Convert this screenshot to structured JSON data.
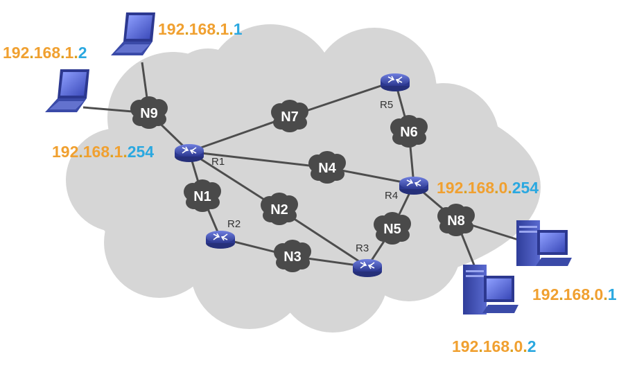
{
  "colors": {
    "cloud_fill": "#d6d6d6",
    "network_cloud": "#4a4a4a",
    "router_body": "#3d4db3",
    "link": "#4d4d4d",
    "ip_network_part": "#f0a030",
    "ip_host_part": "#2aa8e0",
    "device_blue": "#3a4aa8"
  },
  "networks": [
    {
      "id": "N1",
      "label": "N1"
    },
    {
      "id": "N2",
      "label": "N2"
    },
    {
      "id": "N3",
      "label": "N3"
    },
    {
      "id": "N4",
      "label": "N4"
    },
    {
      "id": "N5",
      "label": "N5"
    },
    {
      "id": "N6",
      "label": "N6"
    },
    {
      "id": "N7",
      "label": "N7"
    },
    {
      "id": "N8",
      "label": "N8"
    },
    {
      "id": "N9",
      "label": "N9"
    }
  ],
  "routers": [
    {
      "id": "R1",
      "label": "R1",
      "icon": "router-icon"
    },
    {
      "id": "R2",
      "label": "R2",
      "icon": "router-icon"
    },
    {
      "id": "R3",
      "label": "R3",
      "icon": "router-icon"
    },
    {
      "id": "R4",
      "label": "R4",
      "icon": "router-icon"
    },
    {
      "id": "R5",
      "label": "R5",
      "icon": "router-icon"
    }
  ],
  "hosts": [
    {
      "id": "laptop1",
      "icon": "laptop-icon"
    },
    {
      "id": "laptop2",
      "icon": "laptop-icon"
    },
    {
      "id": "pc1",
      "icon": "desktop-pc-icon"
    },
    {
      "id": "pc2",
      "icon": "desktop-pc-icon"
    }
  ],
  "ip_labels": [
    {
      "id": "ip_laptop1",
      "net": [
        "192",
        "168",
        "1"
      ],
      "host": "1"
    },
    {
      "id": "ip_laptop2",
      "net": [
        "192",
        "168",
        "1"
      ],
      "host": "2"
    },
    {
      "id": "ip_r1",
      "net": [
        "192",
        "168",
        "1"
      ],
      "host": "254"
    },
    {
      "id": "ip_r4",
      "net": [
        "192",
        "168",
        "0"
      ],
      "host": "254"
    },
    {
      "id": "ip_pc1",
      "net": [
        "192",
        "168",
        "0"
      ],
      "host": "1"
    },
    {
      "id": "ip_pc2",
      "net": [
        "192",
        "168",
        "0"
      ],
      "host": "2"
    }
  ]
}
